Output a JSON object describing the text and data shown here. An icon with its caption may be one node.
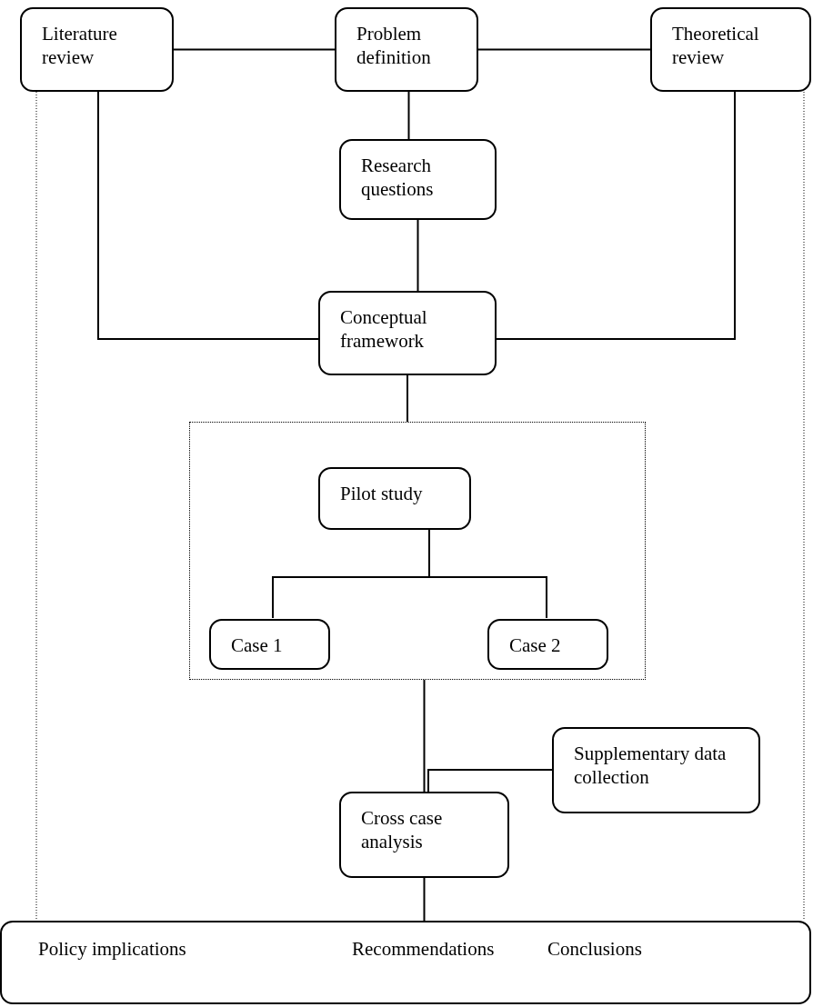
{
  "diagram": {
    "nodes": [
      {
        "text": [
          "Literature review"
        ]
      },
      {
        "text": [
          "Problem definition"
        ]
      },
      {
        "text": [
          "Theoretical review"
        ]
      },
      {
        "text": [
          "Research questions"
        ]
      },
      {
        "text": [
          "Conceptual framework"
        ]
      },
      {
        "text": [],
        "shape": "box"
      },
      {
        "text": [
          "Pilot study"
        ],
        "in": 5
      },
      {
        "text": [
          "Case 1"
        ],
        "in": 5
      },
      {
        "text": [
          "Case 2"
        ],
        "in": 5
      },
      {
        "text": [
          "Supplementary data collection"
        ]
      },
      {
        "text": [
          "Cross case analysis"
        ]
      },
      {
        "text": [
          "Policy implications",
          "Recommendations",
          "Conclusions"
        ]
      }
    ],
    "edges": [
      {
        "from": 0,
        "to": 1,
        "arrow": "none"
      },
      {
        "from": 1,
        "to": 2,
        "arrow": "none"
      },
      {
        "from": 1,
        "to": 3,
        "arrow": "none"
      },
      {
        "from": 3,
        "to": 4,
        "arrow": "none"
      },
      {
        "from": 0,
        "to": 4,
        "arrow": "none"
      },
      {
        "from": 2,
        "to": 4,
        "arrow": "none"
      },
      {
        "from": 4,
        "to": 5,
        "arrow": "none"
      },
      {
        "from": 6,
        "to": 7,
        "arrow": "none"
      },
      {
        "from": 6,
        "to": 8,
        "arrow": "none"
      },
      {
        "from": 5,
        "to": 10,
        "arrow": "none"
      },
      {
        "from": 9,
        "to": 10,
        "arrow": "none"
      },
      {
        "from": 10,
        "to": 11,
        "arrow": "none"
      }
    ]
  }
}
